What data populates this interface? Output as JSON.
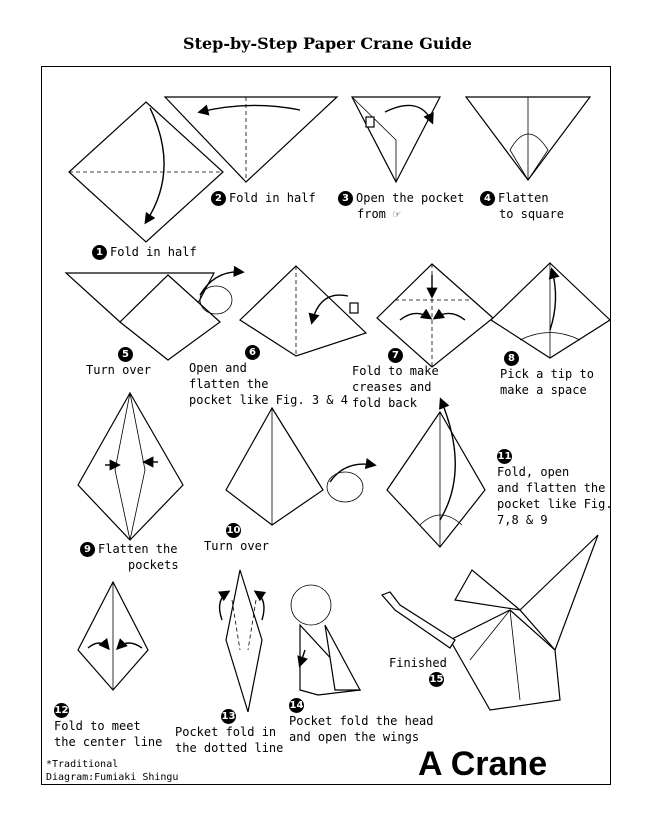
{
  "title": "Step-by-Step Paper Crane Guide",
  "big_title": "A Crane",
  "credits": [
    "*Traditional",
    "Diagram:Fumiaki Shingu"
  ],
  "steps": [
    {
      "n": "1",
      "lines": [
        "Fold in half"
      ]
    },
    {
      "n": "2",
      "lines": [
        "Fold in half"
      ]
    },
    {
      "n": "3",
      "lines": [
        "Open the pocket",
        "from ☞"
      ]
    },
    {
      "n": "4",
      "lines": [
        "Flatten",
        "to square"
      ]
    },
    {
      "n": "5",
      "lines": [
        "Turn over"
      ]
    },
    {
      "n": "6",
      "lines": [
        "Open and",
        "flatten the",
        "pocket like Fig. 3 & 4"
      ]
    },
    {
      "n": "7",
      "lines": [
        "Fold to make",
        "creases and",
        "fold back"
      ]
    },
    {
      "n": "8",
      "lines": [
        "Pick a tip to",
        "make a space"
      ]
    },
    {
      "n": "9",
      "lines": [
        "Flatten the",
        "pockets"
      ]
    },
    {
      "n": "10",
      "lines": [
        "Turn over"
      ]
    },
    {
      "n": "11",
      "lines": [
        "Fold, open",
        "and flatten the",
        "pocket like Fig.",
        "7,8 & 9"
      ]
    },
    {
      "n": "12",
      "lines": [
        "Fold to meet",
        "the center line"
      ]
    },
    {
      "n": "13",
      "lines": [
        "Pocket fold in",
        "the dotted line"
      ]
    },
    {
      "n": "14",
      "lines": [
        "Pocket fold the head",
        "and open the wings"
      ]
    },
    {
      "n": "15",
      "lines": [
        "Finished"
      ]
    }
  ]
}
